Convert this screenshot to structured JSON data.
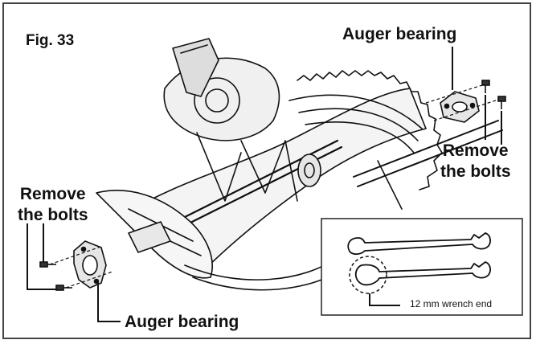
{
  "figure_label": "Fig. 33",
  "callouts": {
    "auger_bearing_top": "Auger bearing",
    "remove_bolts_right": [
      "Remove",
      "the bolts"
    ],
    "remove_bolts_left": [
      "Remove",
      "the bolts"
    ],
    "auger_bearing_bottom": "Auger bearing"
  },
  "inset": {
    "caption": "12 mm wrench end"
  }
}
